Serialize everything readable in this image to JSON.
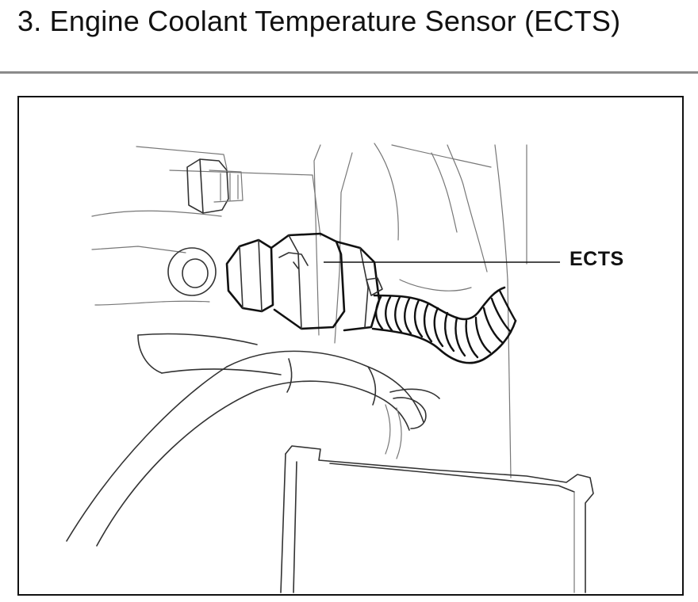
{
  "page": {
    "title": "3. Engine Coolant Temperature Sensor (ECTS)"
  },
  "figure": {
    "callouts": [
      {
        "label": "ECTS",
        "target": "engine-coolant-temperature-sensor"
      }
    ]
  }
}
